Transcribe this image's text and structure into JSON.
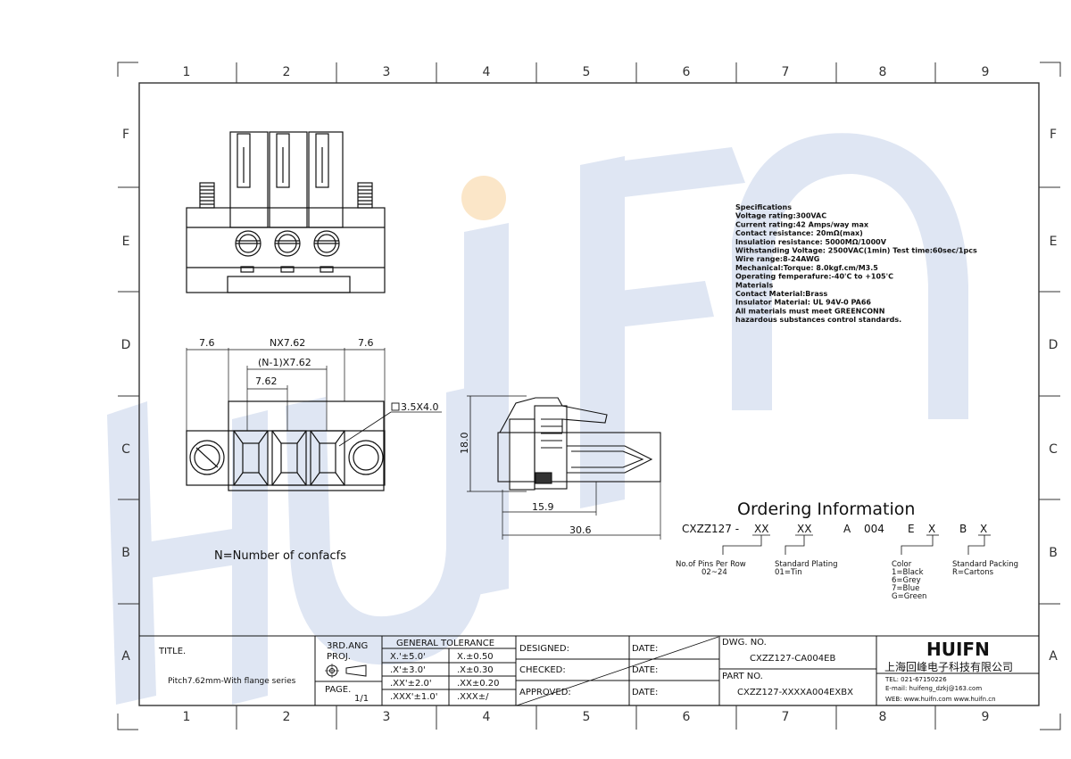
{
  "grid": {
    "columns": [
      "1",
      "2",
      "3",
      "4",
      "5",
      "6",
      "7",
      "8",
      "9"
    ],
    "rows": [
      "F",
      "E",
      "D",
      "C",
      "B",
      "A"
    ]
  },
  "watermark": {
    "brand_text": "HUIFN",
    "color": "#dfe6f3",
    "dot_color": "#fbe6c8"
  },
  "specifications": {
    "lines": [
      "Specifications",
      "Voltage rating:300VAC",
      "Current rating:42 Amps/way max",
      "Contact resistance: 20mΩ(max)",
      "Insulation resistance: 5000MΩ/1000V",
      "Withstanding Voltage: 2500VAC(1min) Test time:60sec/1pcs",
      "Wire range:8-24AWG",
      "Mechanical:Torque: 8.0kgf.cm/M3.5",
      "Operating femperafure:-40'C to +105'C",
      "Materials",
      "Contact Material:Brass",
      "Insulator Material: UL 94V-0 PA66",
      "All materials must meet GREENCONN",
      "hazardous substances control standards."
    ]
  },
  "dimensions": {
    "left_flange": "7.6",
    "pitch_total": "NX7.62",
    "right_flange": "7.6",
    "n_minus_one": "(N-1)X7.62",
    "pitch": "7.62",
    "hole": "3.5X4.0",
    "height": "18.0",
    "depth_short": "15.9",
    "depth_long": "30.6"
  },
  "note": "N=Number of confacfs",
  "ordering": {
    "title": "Ordering Information",
    "code_prefix": "CXZZ127 -",
    "code_pins": "XX",
    "code_plating": "XX",
    "code_a": "A",
    "code_004": "004",
    "code_e": "E",
    "code_color": "X",
    "code_b": "B",
    "code_packing": "X",
    "pins_label": "No.of Pins Per Row",
    "pins_range": "02~24",
    "plating_label": "Standard Plating",
    "plating_value": "01=Tin",
    "color_label": "Color",
    "color_values": [
      "1=Black",
      "6=Grey",
      "7=Blue",
      "G=Green"
    ],
    "packing_label": "Standard Packing",
    "packing_value": "R=Cartons"
  },
  "title_block": {
    "title_label": "TITLE.",
    "title_value": "Pitch7.62mm-With flange series",
    "proj_label_1": "3RD.ANG",
    "proj_label_2": "PROJ.",
    "page_label": "PAGE.",
    "page_value": "1/1",
    "tolerance_header": "GENERAL TOLERANCE",
    "tolerances": [
      [
        "X.'±5.0'",
        "X.±0.50"
      ],
      [
        ".X'±3.0'",
        ".X±0.30"
      ],
      [
        ".XX'±2.0'",
        ".XX±0.20"
      ],
      [
        ".XXX'±1.0'",
        ".XXX±/"
      ]
    ],
    "designed_label": "DESIGNED:",
    "checked_label": "CHECKED:",
    "approved_label": "APPROVED:",
    "date_label": "DATE:",
    "dwg_label": "DWG. NO.",
    "dwg_value": "CXZZ127-CA004EB",
    "part_label": "PART NO.",
    "part_value": "CXZZ127-XXXXA004EXBX",
    "logo_text": "HUIFN",
    "company_name": "上海回峰电子科技有限公司",
    "tel": "TEL: 021-67150226",
    "email": "E-mail: huifeng_dzkj@163.com",
    "web": "WEB: www.huifn.com  www.huifn.cn"
  }
}
